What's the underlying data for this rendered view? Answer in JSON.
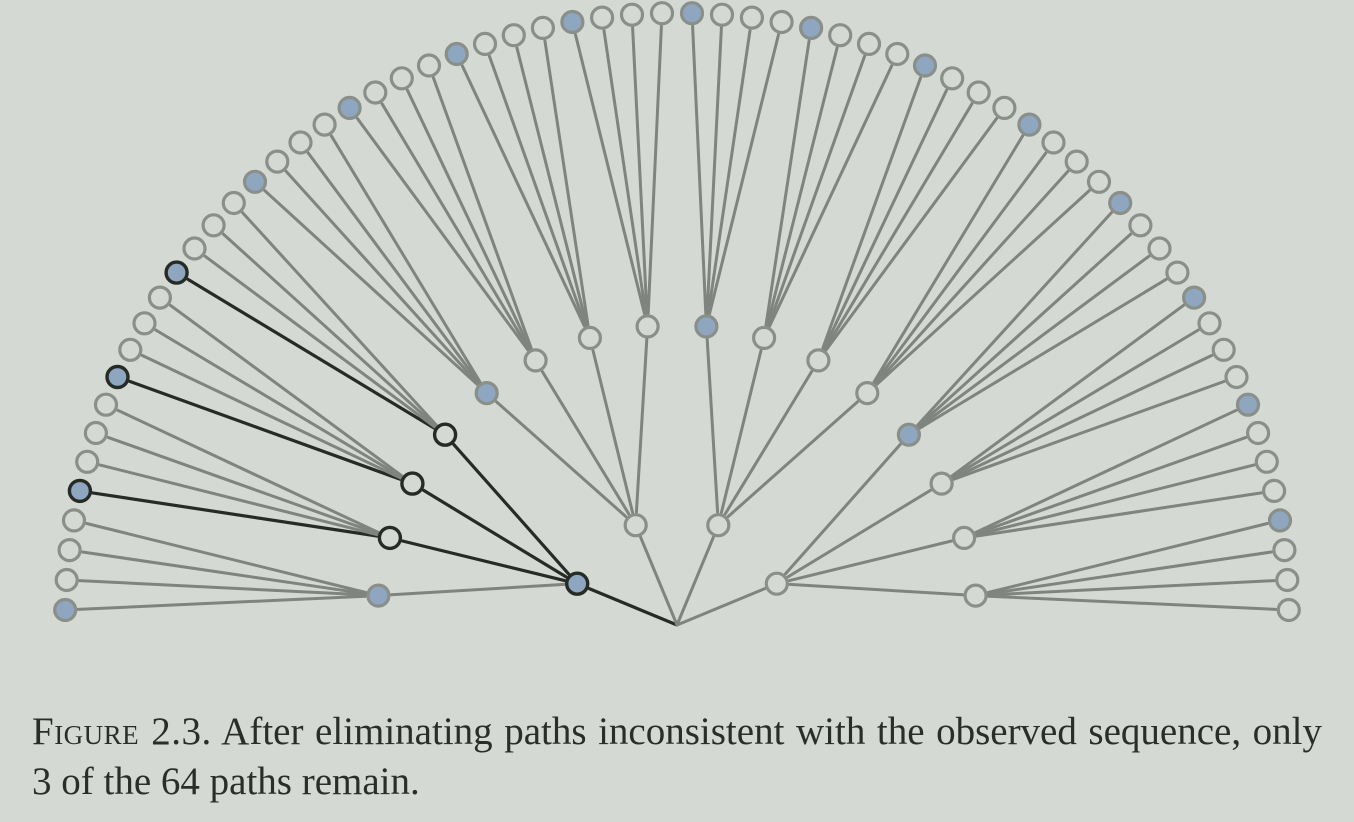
{
  "figure": {
    "label": "Figure 2.3.",
    "text": "After eliminating paths inconsistent with the observed sequence, only 3 of the 64 paths remain."
  },
  "tree": {
    "levels": 3,
    "branching": 4,
    "total_paths": 64,
    "remaining_paths": 3,
    "path_structure": "first draw: blue of 4 (1 blue, 3 white); second draw: white; third draw: blue",
    "colors": {
      "blue": "#8ea6bf",
      "white": "#d4d9d3",
      "inactive_line": "#7f857e",
      "inactive_stroke": "#8a8f89",
      "highlight": "#262b26"
    }
  }
}
